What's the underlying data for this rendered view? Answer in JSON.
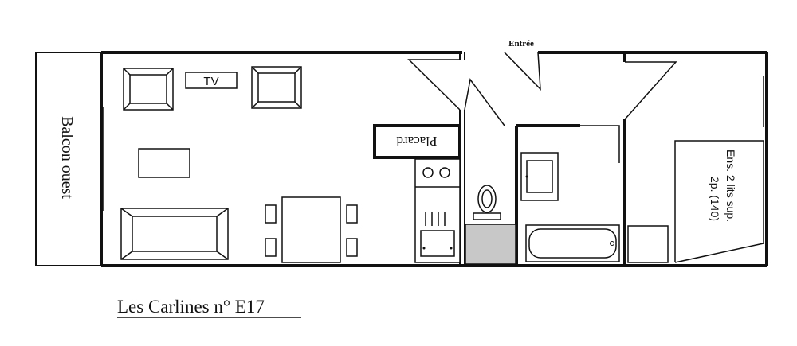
{
  "plan": {
    "balcony_label": "Balcon ouest",
    "tv_label": "TV",
    "closet_label": "Placard",
    "entrance_label": "Entrée",
    "beds_line1": "Ens. 2 lits sup.",
    "beds_line2": "2p. (140)",
    "caption": "Les Carlines n° E17"
  },
  "colors": {
    "walls": "#111111",
    "wc_floor": "#c8c8c8",
    "background": "#ffffff"
  }
}
